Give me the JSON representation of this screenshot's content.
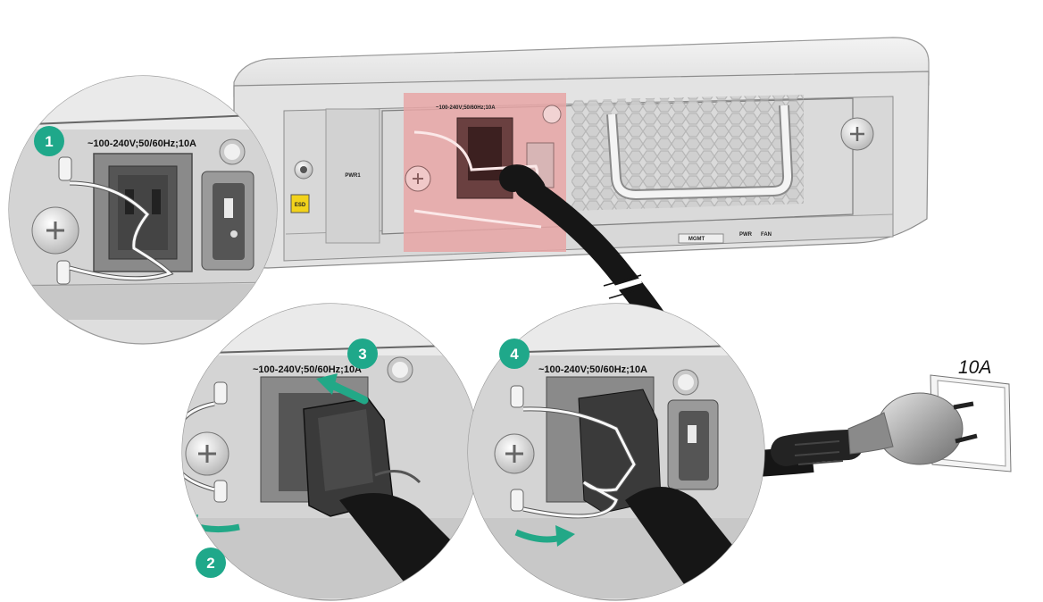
{
  "labels": {
    "input_rating": "~100-240V;50/60Hz;10A",
    "pwr1": "PWR1",
    "mgmt": "MGMT",
    "pwr": "PWR",
    "fan": "FAN",
    "outlet_rating": "10A"
  },
  "steps": [
    "1",
    "2",
    "3",
    "4"
  ],
  "colors": {
    "step_badge": "#1fa88a",
    "arrow": "#22a887",
    "highlight": "#e7a6a6",
    "cable": "#161616"
  }
}
